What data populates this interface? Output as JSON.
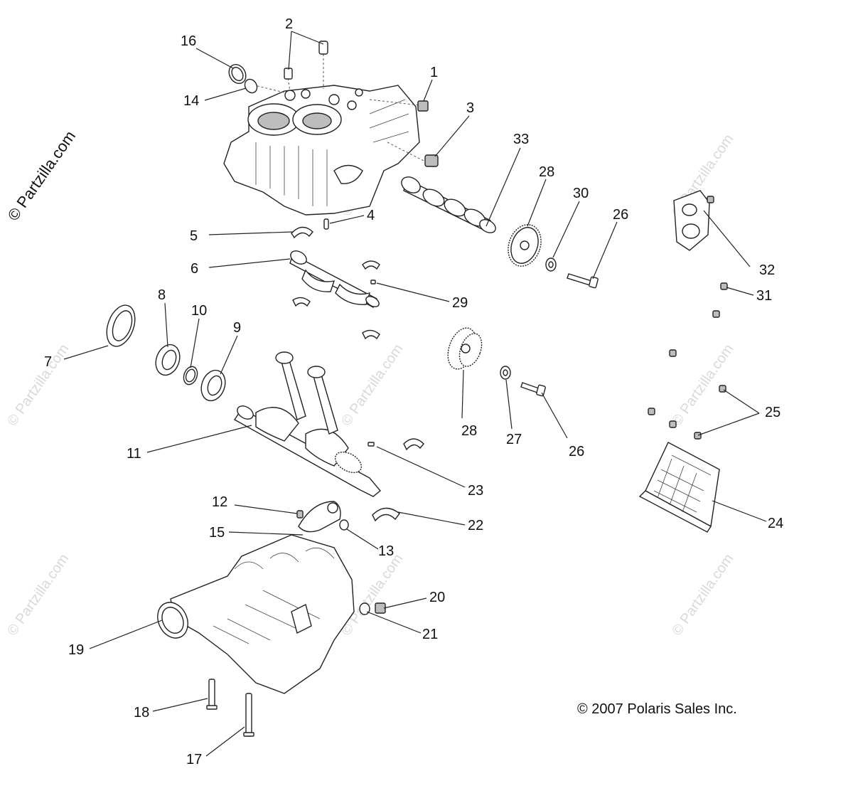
{
  "watermark": {
    "main": "© Partzilla.com",
    "repeat": "© Partzilla.com"
  },
  "copyright": "© 2007 Polaris Sales Inc.",
  "callouts": [
    "1",
    "2",
    "3",
    "4",
    "5",
    "6",
    "7",
    "8",
    "9",
    "10",
    "11",
    "12",
    "13",
    "14",
    "15",
    "16",
    "17",
    "18",
    "19",
    "20",
    "21",
    "22",
    "23",
    "24",
    "25",
    "26",
    "26",
    "27",
    "28",
    "28",
    "29",
    "30",
    "31",
    "32",
    "33"
  ]
}
